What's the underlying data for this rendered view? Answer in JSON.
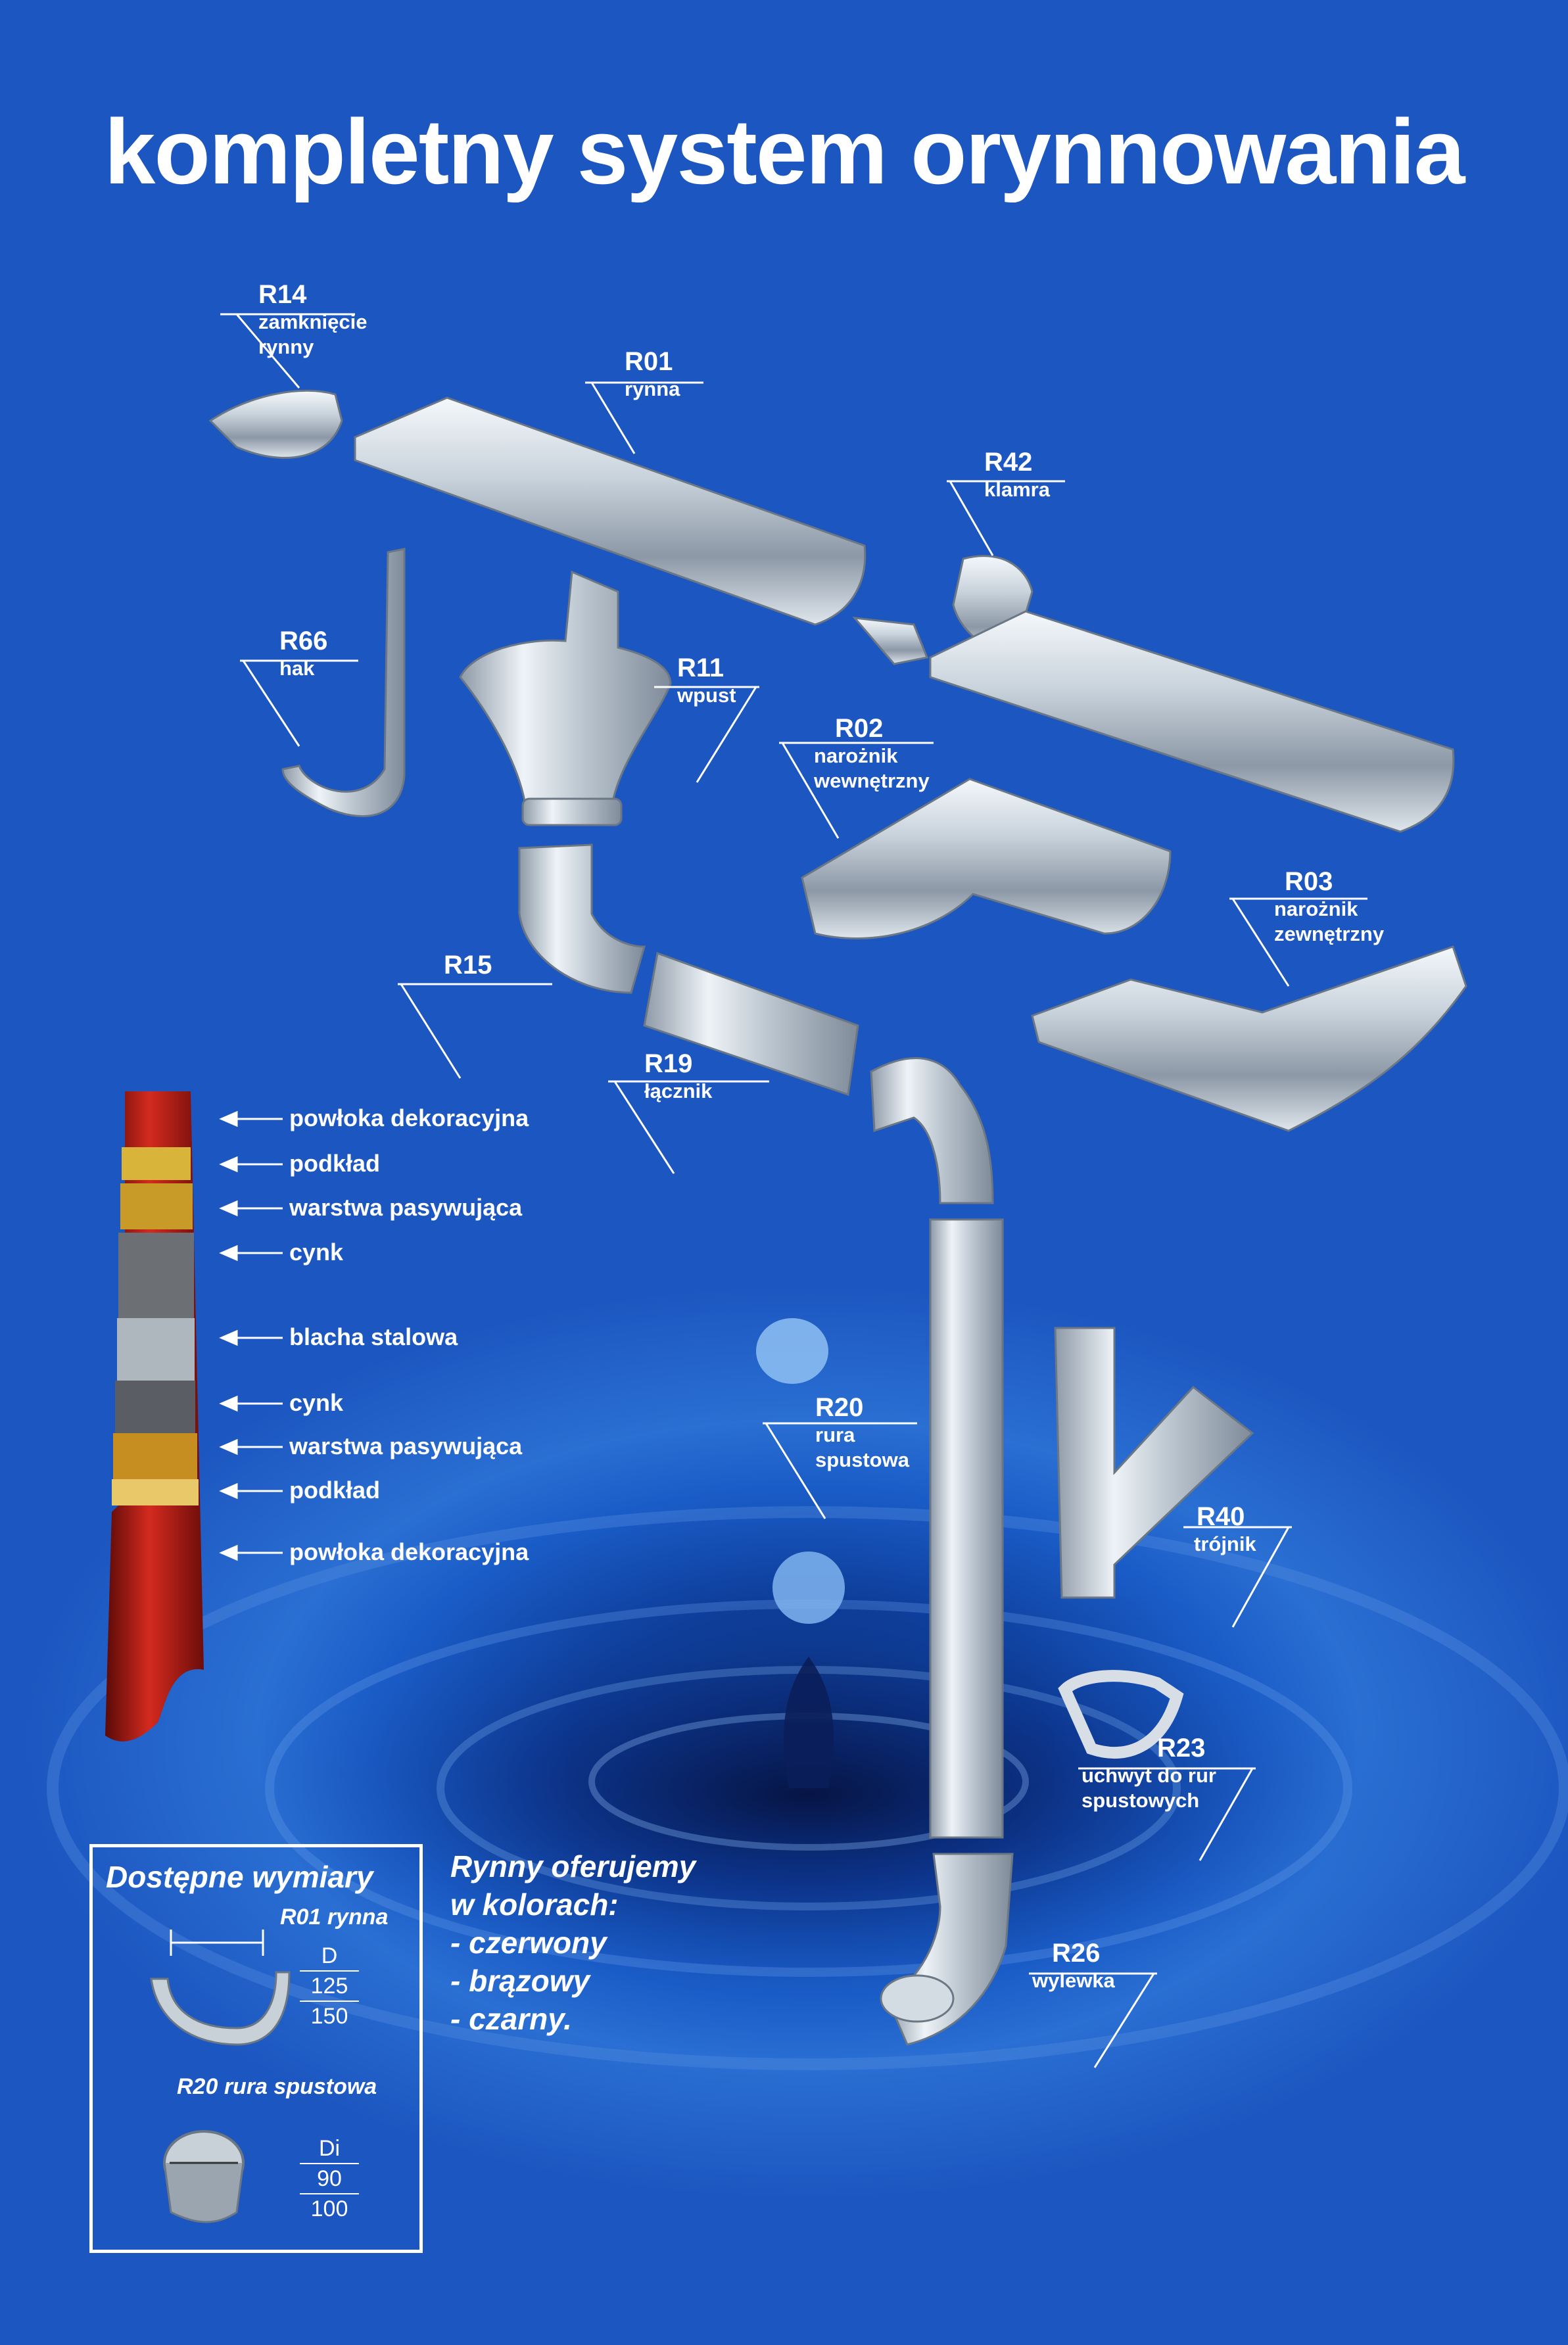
{
  "title": "kompletny system orynnowania",
  "parts": [
    {
      "code": "R14",
      "name": "zamknięcie rynny"
    },
    {
      "code": "R01",
      "name": "rynna"
    },
    {
      "code": "R42",
      "name": "klamra"
    },
    {
      "code": "R66",
      "name": "hak"
    },
    {
      "code": "R11",
      "name": "wpust"
    },
    {
      "code": "R02",
      "name": "narożnik wewnętrzny"
    },
    {
      "code": "R03",
      "name": "narożnik zewnętrzny"
    },
    {
      "code": "R15",
      "name": ""
    },
    {
      "code": "R19",
      "name": "łącznik"
    },
    {
      "code": "R20",
      "name": "rura spustowa"
    },
    {
      "code": "R40",
      "name": "trójnik"
    },
    {
      "code": "R23",
      "name": "uchwyt do rur spustowych"
    },
    {
      "code": "R26",
      "name": "wylewka"
    }
  ],
  "layers": [
    "powłoka dekoracyjna",
    "podkład",
    "warstwa pasywująca",
    "cynk",
    "blacha stalowa",
    "cynk",
    "warstwa pasywująca",
    "podkład",
    "powłoka dekoracyjna"
  ],
  "dimensions": {
    "title": "Dostępne wymiary",
    "gutter": {
      "label": "R01 rynna",
      "header": "D",
      "values": [
        "125",
        "150"
      ]
    },
    "pipe": {
      "label": "R20 rura spustowa",
      "header": "Di",
      "values": [
        "90",
        "100"
      ]
    }
  },
  "colors_offer": {
    "heading_line1": "Rynny oferujemy",
    "heading_line2": "w kolorach:",
    "items": [
      "- czerwony",
      "- brązowy",
      "- czarny."
    ]
  }
}
